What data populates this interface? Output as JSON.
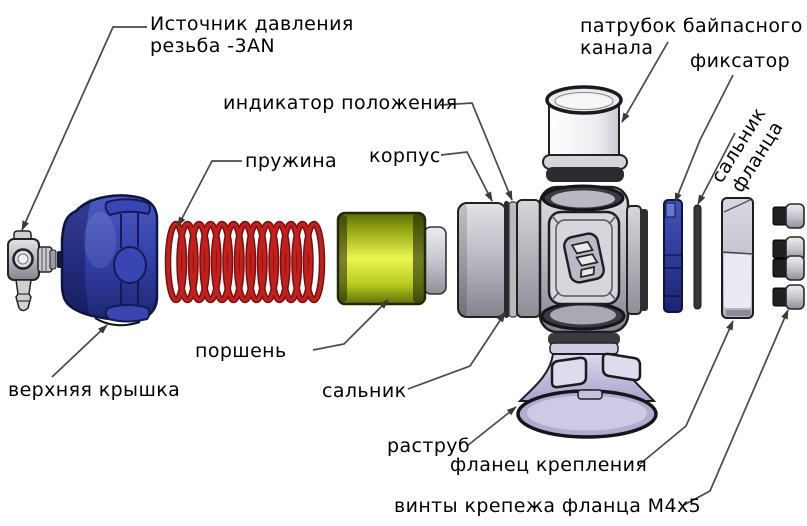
{
  "diagram": {
    "kind": "exploded-view-technical-diagram",
    "subject": "blow-off-valve",
    "labels": {
      "pressure_source": "Источник давления\nрезьба -3AN",
      "bypass_pipe": "патрубок байпасного\nканала",
      "fixator": "фиксатор",
      "flange_seal": "сальник\nфланца",
      "position_indicator": "индикатор положения",
      "housing": "корпус",
      "spring": "пружина",
      "piston": "поршень",
      "seal": "сальник",
      "top_cover": "верхняя крышка",
      "bell": "раструб",
      "mounting_flange": "фланец крепления",
      "flange_screws": "винты крепежа фланца M4x5"
    },
    "colors": {
      "background": "#ffffff",
      "label_text": "#000000",
      "leader_line": "#4a4a4a",
      "top_cover_blue": "#3642ad",
      "fixator_blue": "#2e3da0",
      "spring_red": "#b41818",
      "piston_yellow": "#cfe22e",
      "body_gray": "#b9b9c2",
      "bell_lavender": "#c9c4de",
      "pipe_white": "#f2f2f5"
    },
    "icons": {
      "brand_logo": "td-emblem-icon"
    }
  }
}
